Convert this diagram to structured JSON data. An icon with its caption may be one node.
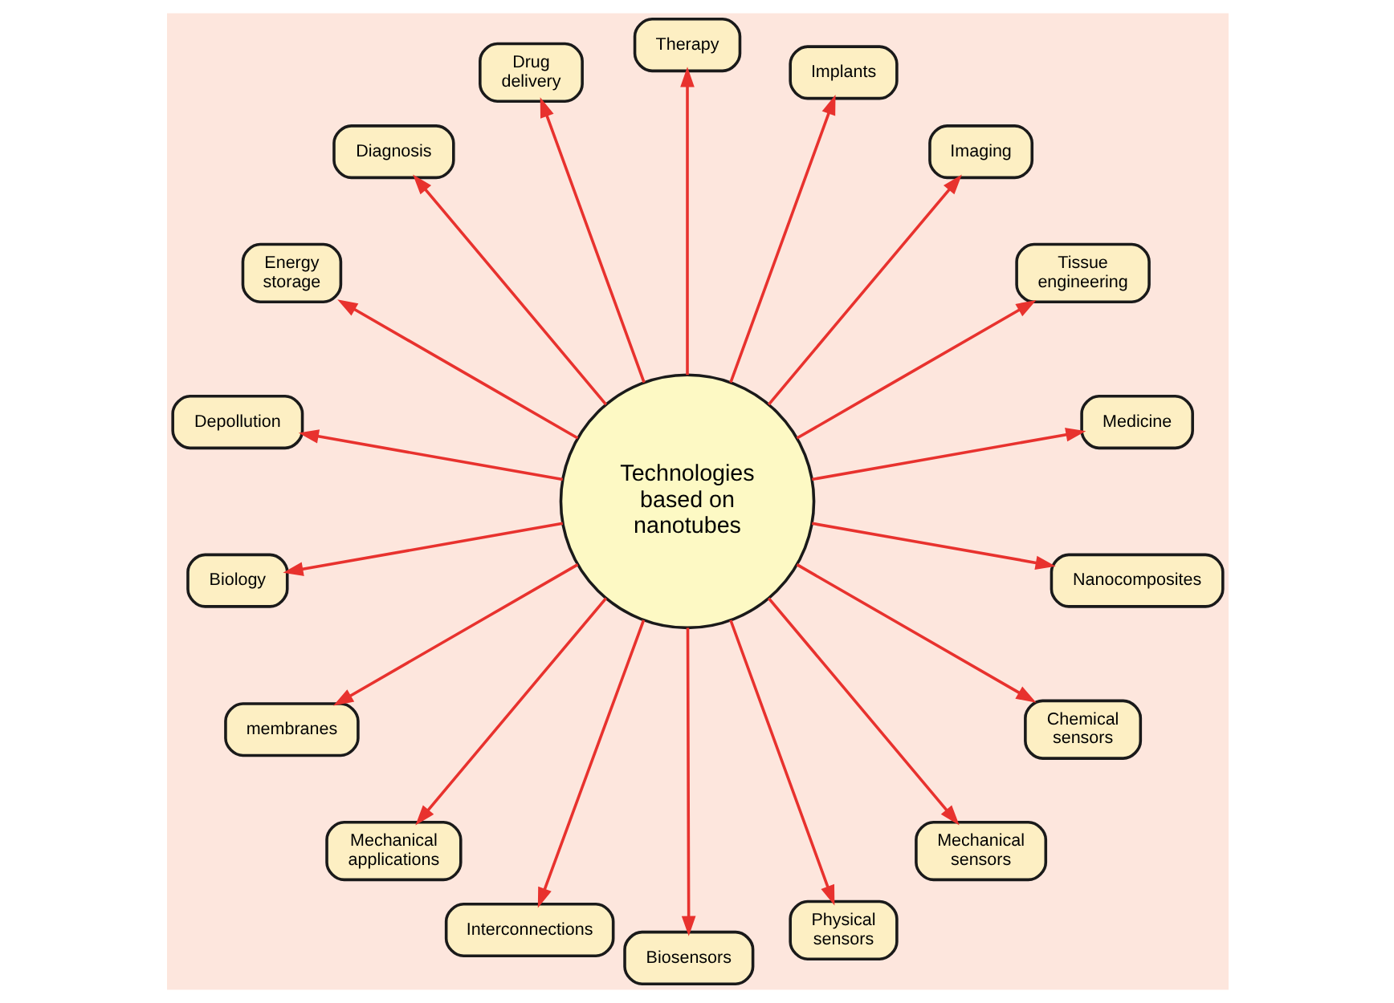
{
  "diagram": {
    "nodes": [
      {
        "text": [
          "Technologies based on nanotubes"
        ]
      },
      {
        "text": [
          "Medicine"
        ]
      },
      {
        "text": [
          "Tissue engineering"
        ]
      },
      {
        "text": [
          "Imaging"
        ]
      },
      {
        "text": [
          "Implants"
        ]
      },
      {
        "text": [
          "Therapy"
        ]
      },
      {
        "text": [
          "Drug delivery"
        ]
      },
      {
        "text": [
          "Diagnosis"
        ]
      },
      {
        "text": [
          "Energy storage"
        ]
      },
      {
        "text": [
          "Depollution"
        ]
      },
      {
        "text": [
          "Biology"
        ]
      },
      {
        "text": [
          "membranes"
        ]
      },
      {
        "text": [
          "Mechanical applications"
        ]
      },
      {
        "text": [
          "Interconnections"
        ]
      },
      {
        "text": [
          "Biosensors"
        ]
      },
      {
        "text": [
          "Physical sensors"
        ]
      },
      {
        "text": [
          "Mechanical sensors"
        ]
      },
      {
        "text": [
          "Chemical sensors"
        ]
      },
      {
        "text": [
          "Nanocomposites"
        ]
      }
    ],
    "edges": [
      {
        "from": 0,
        "to": 1,
        "arrow": "to"
      },
      {
        "from": 0,
        "to": 2,
        "arrow": "to"
      },
      {
        "from": 0,
        "to": 3,
        "arrow": "to"
      },
      {
        "from": 0,
        "to": 4,
        "arrow": "to"
      },
      {
        "from": 0,
        "to": 5,
        "arrow": "to"
      },
      {
        "from": 0,
        "to": 6,
        "arrow": "to"
      },
      {
        "from": 0,
        "to": 7,
        "arrow": "to"
      },
      {
        "from": 0,
        "to": 8,
        "arrow": "to"
      },
      {
        "from": 0,
        "to": 9,
        "arrow": "to"
      },
      {
        "from": 0,
        "to": 10,
        "arrow": "to"
      },
      {
        "from": 0,
        "to": 11,
        "arrow": "to"
      },
      {
        "from": 0,
        "to": 12,
        "arrow": "to"
      },
      {
        "from": 0,
        "to": 13,
        "arrow": "to"
      },
      {
        "from": 0,
        "to": 14,
        "arrow": "to"
      },
      {
        "from": 0,
        "to": 15,
        "arrow": "to"
      },
      {
        "from": 0,
        "to": 16,
        "arrow": "to"
      },
      {
        "from": 0,
        "to": 17,
        "arrow": "to"
      },
      {
        "from": 0,
        "to": 18,
        "arrow": "to"
      }
    ]
  }
}
